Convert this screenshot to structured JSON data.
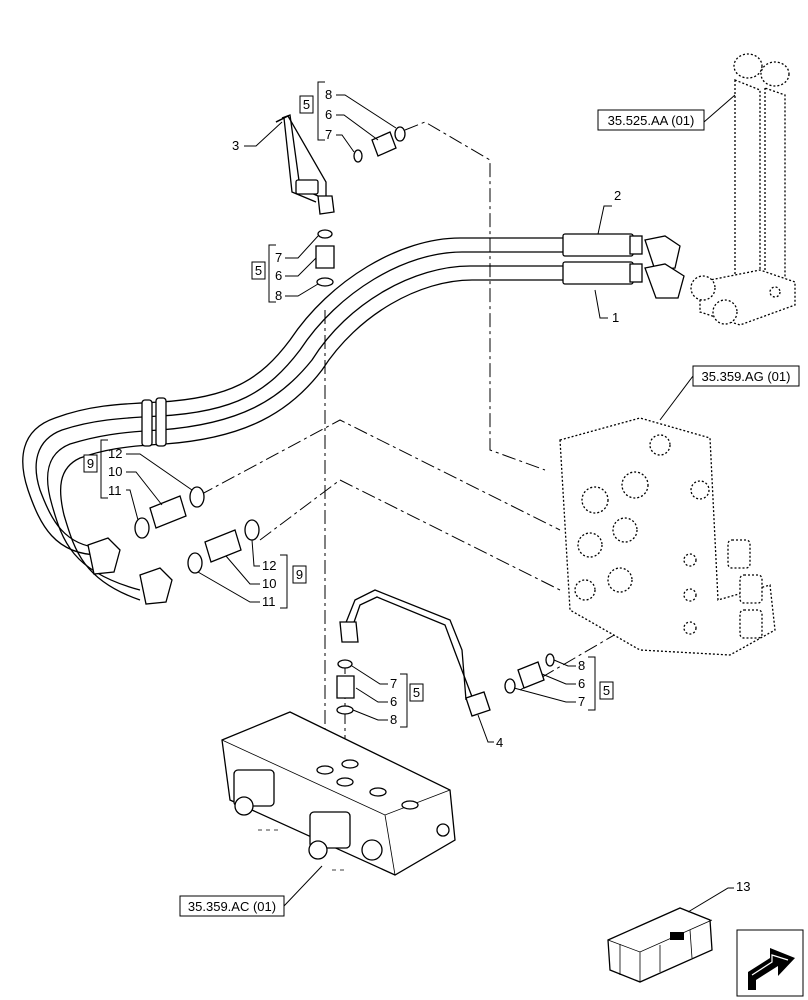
{
  "diagram": {
    "references": {
      "ref_top_right": "35.525.AA (01)",
      "ref_mid_right": "35.359.AG (01)",
      "ref_bottom_left": "35.359.AC (01)"
    },
    "callouts": {
      "c1": "1",
      "c2": "2",
      "c3": "3",
      "c4": "4",
      "c13": "13",
      "g_top_box": "5",
      "g_top_8": "8",
      "g_top_6": "6",
      "g_top_7": "7",
      "g_mid_box": "5",
      "g_mid_7": "7",
      "g_mid_6": "6",
      "g_mid_8": "8",
      "g_l1_box": "9",
      "g_l1_12": "12",
      "g_l1_10": "10",
      "g_l1_11": "11",
      "g_l2_box": "9",
      "g_l2_12": "12",
      "g_l2_10": "10",
      "g_l2_11": "11",
      "g_bl_box": "5",
      "g_bl_7": "7",
      "g_bl_6": "6",
      "g_bl_8": "8",
      "g_br_box": "5",
      "g_br_8": "8",
      "g_br_6": "6",
      "g_br_7": "7"
    },
    "icons": {
      "next_page": "arrow-next-page-icon",
      "kit": "kit-crate-icon"
    }
  }
}
